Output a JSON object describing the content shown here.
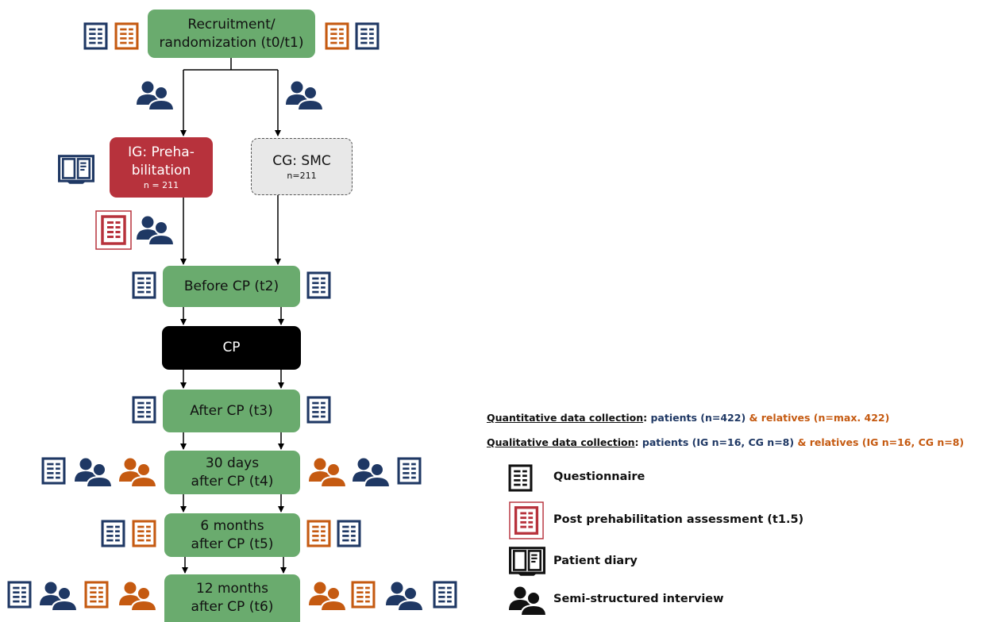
{
  "colors": {
    "navy": "#1f3864",
    "orange": "#c55a11",
    "red": "#b7323c",
    "green": "#6aab6e",
    "grey": "#e8e8e8",
    "black": "#000000"
  },
  "flow": {
    "recruitment": {
      "line1": "Recruitment/",
      "line2": "randomization (t0/t1)"
    },
    "ig": {
      "line1": "IG: Preha-",
      "line2": "bilitation",
      "n": "n = 211"
    },
    "cg": {
      "line1": "CG: SMC",
      "n": "n=211"
    },
    "before_cp": "Before CP (t2)",
    "cp": "CP",
    "after_cp": "After CP (t3)",
    "day30": {
      "line1": "30 days",
      "line2": "after CP (t4)"
    },
    "month6": {
      "line1": "6 months",
      "line2": "after CP (t5)"
    },
    "month12": {
      "line1": "12 months",
      "line2": "after CP (t6)"
    }
  },
  "icons": {
    "questionnaire": "questionnaire-icon",
    "post_assessment": "post-prehabilitation-assessment-icon",
    "diary": "patient-diary-icon",
    "interview": "semi-structured-interview-icon"
  },
  "legend": {
    "quant_head": "Quantitative data collection",
    "quant_colon": ":",
    "quant_patients": " patients (n=422)",
    "quant_relatives": " & relatives (n=max. 422)",
    "qual_head": "Qualitative data collection",
    "qual_colon": ":",
    "qual_patients": " patients (IG n=16, CG n=8)",
    "qual_relatives": " & relatives (IG n=16, CG n=8)",
    "questionnaire": "Questionnaire",
    "post_assessment": "Post prehabilitation assessment (t1.5)",
    "diary": "Patient diary",
    "interview": "Semi-structured interview"
  }
}
